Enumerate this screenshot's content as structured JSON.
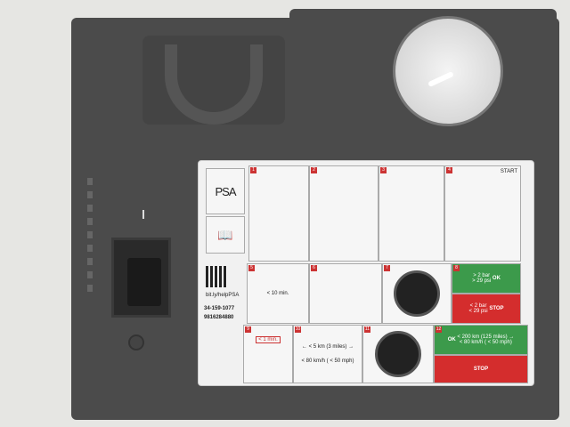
{
  "label": {
    "brand": "PSA",
    "handle": "bit.ly/helpPSA",
    "part_number_1": "34-159-1077",
    "part_number_2": "9816284880",
    "steps": [
      "1",
      "2",
      "3",
      "4",
      "5",
      "6",
      "7",
      "8",
      "9",
      "10",
      "11",
      "12"
    ],
    "start": "START",
    "step5_time": "< 10 min.",
    "step8_ok": "> 2 bar\n> 29 psi",
    "step8_bad": "< 2 bar\n< 29 psi",
    "step9_time": "< 1 min.",
    "step10_distance": "← < 5 km (3 miles) →",
    "step10_speed": "< 80 km/h ( < 50 mph)",
    "step12_ok": "< 200 km (125 miles) →\n< 80 km/h ( < 50 mph)",
    "ok": "OK",
    "stop": "STOP"
  }
}
